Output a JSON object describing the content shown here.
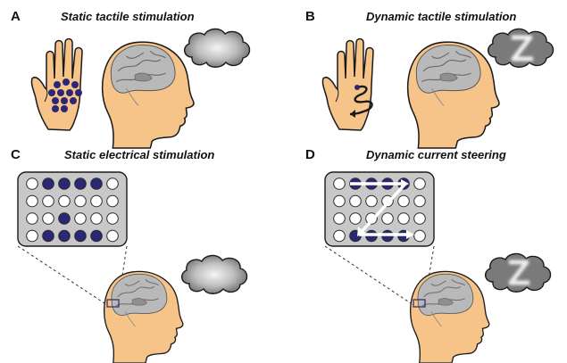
{
  "panels": [
    {
      "letter": "A",
      "title": "Static tactile stimulation"
    },
    {
      "letter": "B",
      "title": "Dynamic tactile stimulation"
    },
    {
      "letter": "C",
      "title": "Static electrical stimulation"
    },
    {
      "letter": "D",
      "title": "Dynamic current steering"
    }
  ],
  "colors": {
    "skin": "#f6c489",
    "dot": "#2a2774",
    "cloud": "#6f6f6f",
    "grid_panel": "#c8c8c8"
  },
  "icons": {
    "hand": "hand-icon",
    "head": "head-brain-icon",
    "cloud": "thought-cloud-icon",
    "electrode_grid": "electrode-grid-icon",
    "percept_letter": "Z"
  },
  "static_tactile_dots": 12,
  "electrode_grid_rows": 4,
  "electrode_grid_cols": 6,
  "static_electrical_active": [
    [
      0,
      1
    ],
    [
      0,
      2
    ],
    [
      0,
      3
    ],
    [
      0,
      4
    ],
    [
      2,
      2
    ],
    [
      3,
      1
    ],
    [
      3,
      2
    ],
    [
      3,
      3
    ],
    [
      3,
      4
    ]
  ],
  "dynamic_steering_active": [
    [
      0,
      1
    ],
    [
      0,
      2
    ],
    [
      0,
      3
    ],
    [
      0,
      4
    ],
    [
      3,
      1
    ],
    [
      3,
      2
    ],
    [
      3,
      3
    ],
    [
      3,
      4
    ]
  ]
}
